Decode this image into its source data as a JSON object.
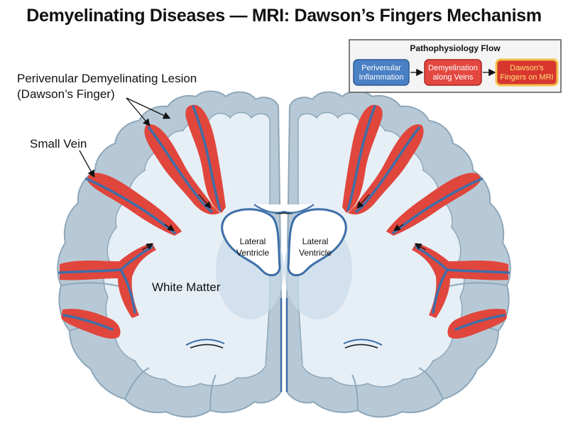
{
  "title": "Demyelinating Diseases — MRI: Dawson’s Fingers Mechanism",
  "labels": {
    "lesion_line1": "Perivenular Demyelinating Lesion",
    "lesion_line2": "(Dawson’s Finger)",
    "small_vein": "Small Vein",
    "white_matter": "White Matter",
    "ventricle_left_line1": "Lateral",
    "ventricle_left_line2": "Ventricle",
    "ventricle_right_line1": "Lateral",
    "ventricle_right_line2": "Ventricle"
  },
  "flow": {
    "title": "Pathophysiology Flow",
    "step1_line1": "Perivenular",
    "step1_line2": "Inflammation",
    "step2_line1": "Demyelination",
    "step2_line2": "along Veins",
    "step3_line1": "Dawson’s",
    "step3_line2": "Fingers on MRI"
  },
  "colors": {
    "cortex": "#b7c9d6",
    "white_matter": "#e6eff6",
    "lesion": "#e0463c",
    "vein": "#3f6fa8",
    "ventricle_outline": "#3d6ea8",
    "step1_fill": "#4a80c4",
    "step2_fill": "#e34840",
    "step3_fill": "#d8362f",
    "step3_border": "#f2c14a"
  }
}
